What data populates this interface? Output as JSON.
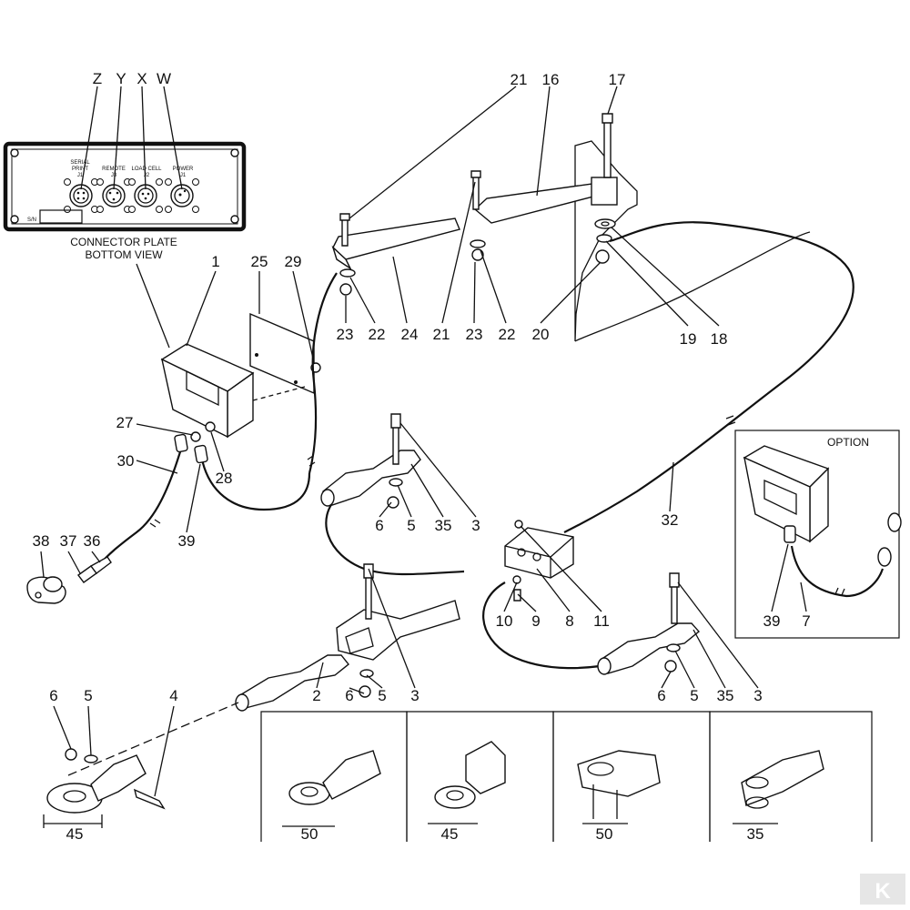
{
  "connector_plate": {
    "caption_line1": "CONNECTOR PLATE",
    "caption_line2": "BOTTOM VIEW",
    "letters": [
      "Z",
      "Y",
      "X",
      "W"
    ],
    "connector_labels": [
      {
        "line1": "SERIAL",
        "line2": "PRINT",
        "line3": "J1"
      },
      {
        "line1": "REMOTE",
        "line2": "J3",
        "line3": ""
      },
      {
        "line1": "LOAD CELL",
        "line2": "J2",
        "line3": ""
      },
      {
        "line1": "POWER",
        "line2": "J1",
        "line3": ""
      }
    ],
    "sn_label": "S/N"
  },
  "option_panel": {
    "title": "OPTION"
  },
  "callouts": [
    "1",
    "25",
    "29",
    "27",
    "28",
    "30",
    "39",
    "38",
    "37",
    "36",
    "21",
    "16",
    "17",
    "23",
    "22",
    "24",
    "21",
    "23",
    "22",
    "20",
    "19",
    "18",
    "3",
    "6",
    "5",
    "35",
    "32",
    "10",
    "9",
    "8",
    "11",
    "3",
    "6",
    "5",
    "35",
    "3",
    "2",
    "6",
    "5",
    "3",
    "6",
    "5",
    "4",
    "39",
    "7"
  ],
  "dimensions": [
    "45",
    "50",
    "45",
    "50",
    "35"
  ],
  "brand_mark": "K"
}
